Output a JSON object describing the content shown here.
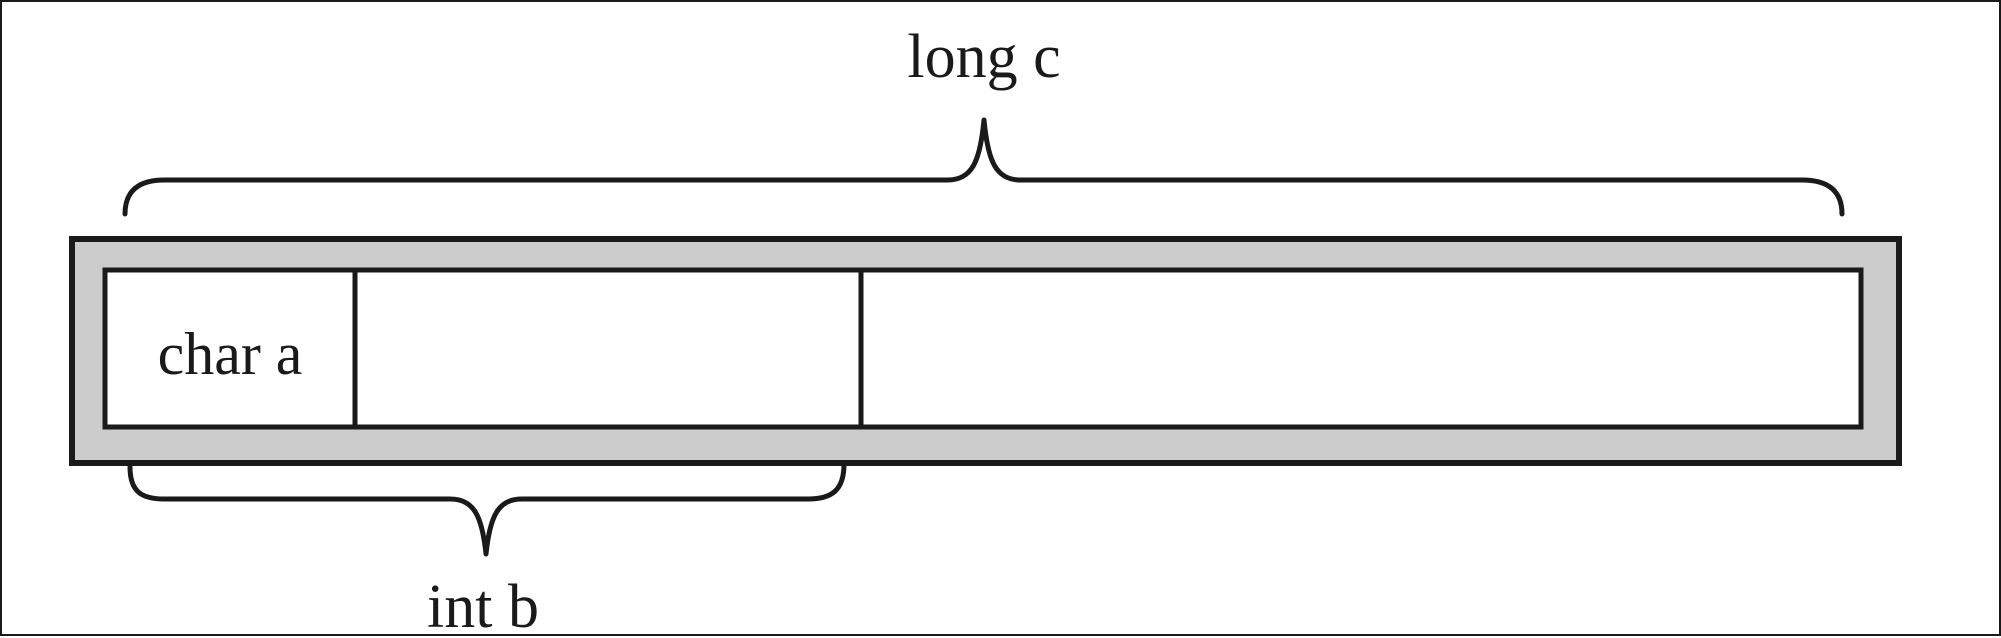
{
  "diagram": {
    "top_brace_label": "long c",
    "bottom_brace_label": "int b",
    "cell_labels": {
      "char_a": "char a",
      "cell_2": "",
      "cell_3": ""
    }
  },
  "colors": {
    "outline": "#1a1a1a",
    "frame_fill": "#cccccc",
    "cell_fill": "#ffffff"
  }
}
